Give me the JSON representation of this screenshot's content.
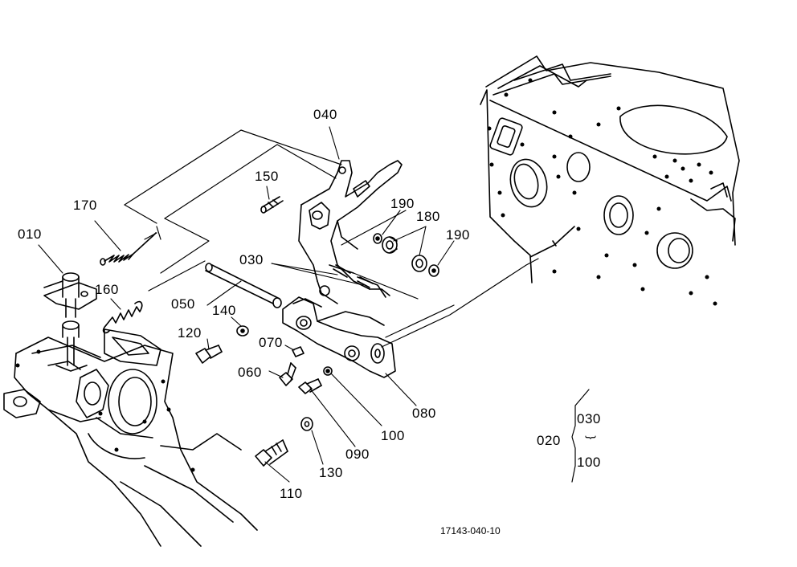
{
  "labels": {
    "p010": "010",
    "p170": "170",
    "p160": "160",
    "p050": "050",
    "p140": "140",
    "p120": "120",
    "p150": "150",
    "p040": "040",
    "p030": "030",
    "p190a": "190",
    "p180": "180",
    "p190b": "190",
    "p070": "070",
    "p060": "060",
    "p080": "080",
    "p100": "100",
    "p090": "090",
    "p130": "130",
    "p110": "110"
  },
  "legend": {
    "parent": "020",
    "top": "030",
    "range_mark": "}",
    "bottom": "100"
  },
  "drawing_number": "17143-040-10"
}
